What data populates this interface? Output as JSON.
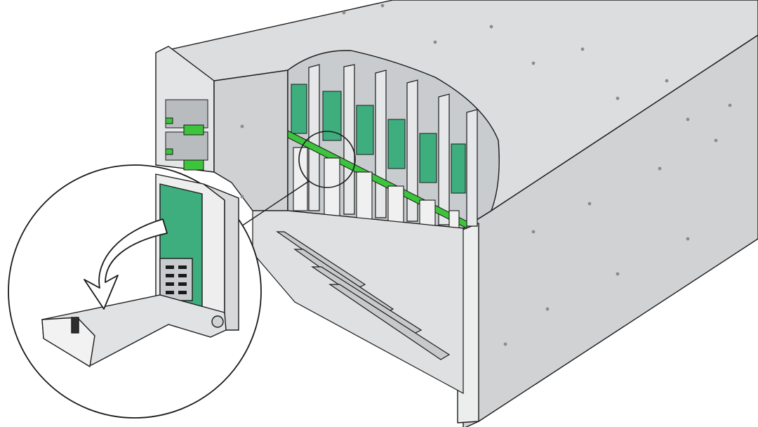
{
  "figure": {
    "callout_count": 1,
    "slot_count": 6,
    "action": "rotate-lever-down",
    "colors": {
      "chassis": "#d9dadb",
      "chassis_shadow": "#c4c6c8",
      "edge": "#1a1a1a",
      "board": "#3fae7e",
      "board_dark": "#2c8a60",
      "latch_green": "#3cc43c",
      "bracket": "#e6e6e6",
      "arrow": "#ffffff"
    }
  }
}
